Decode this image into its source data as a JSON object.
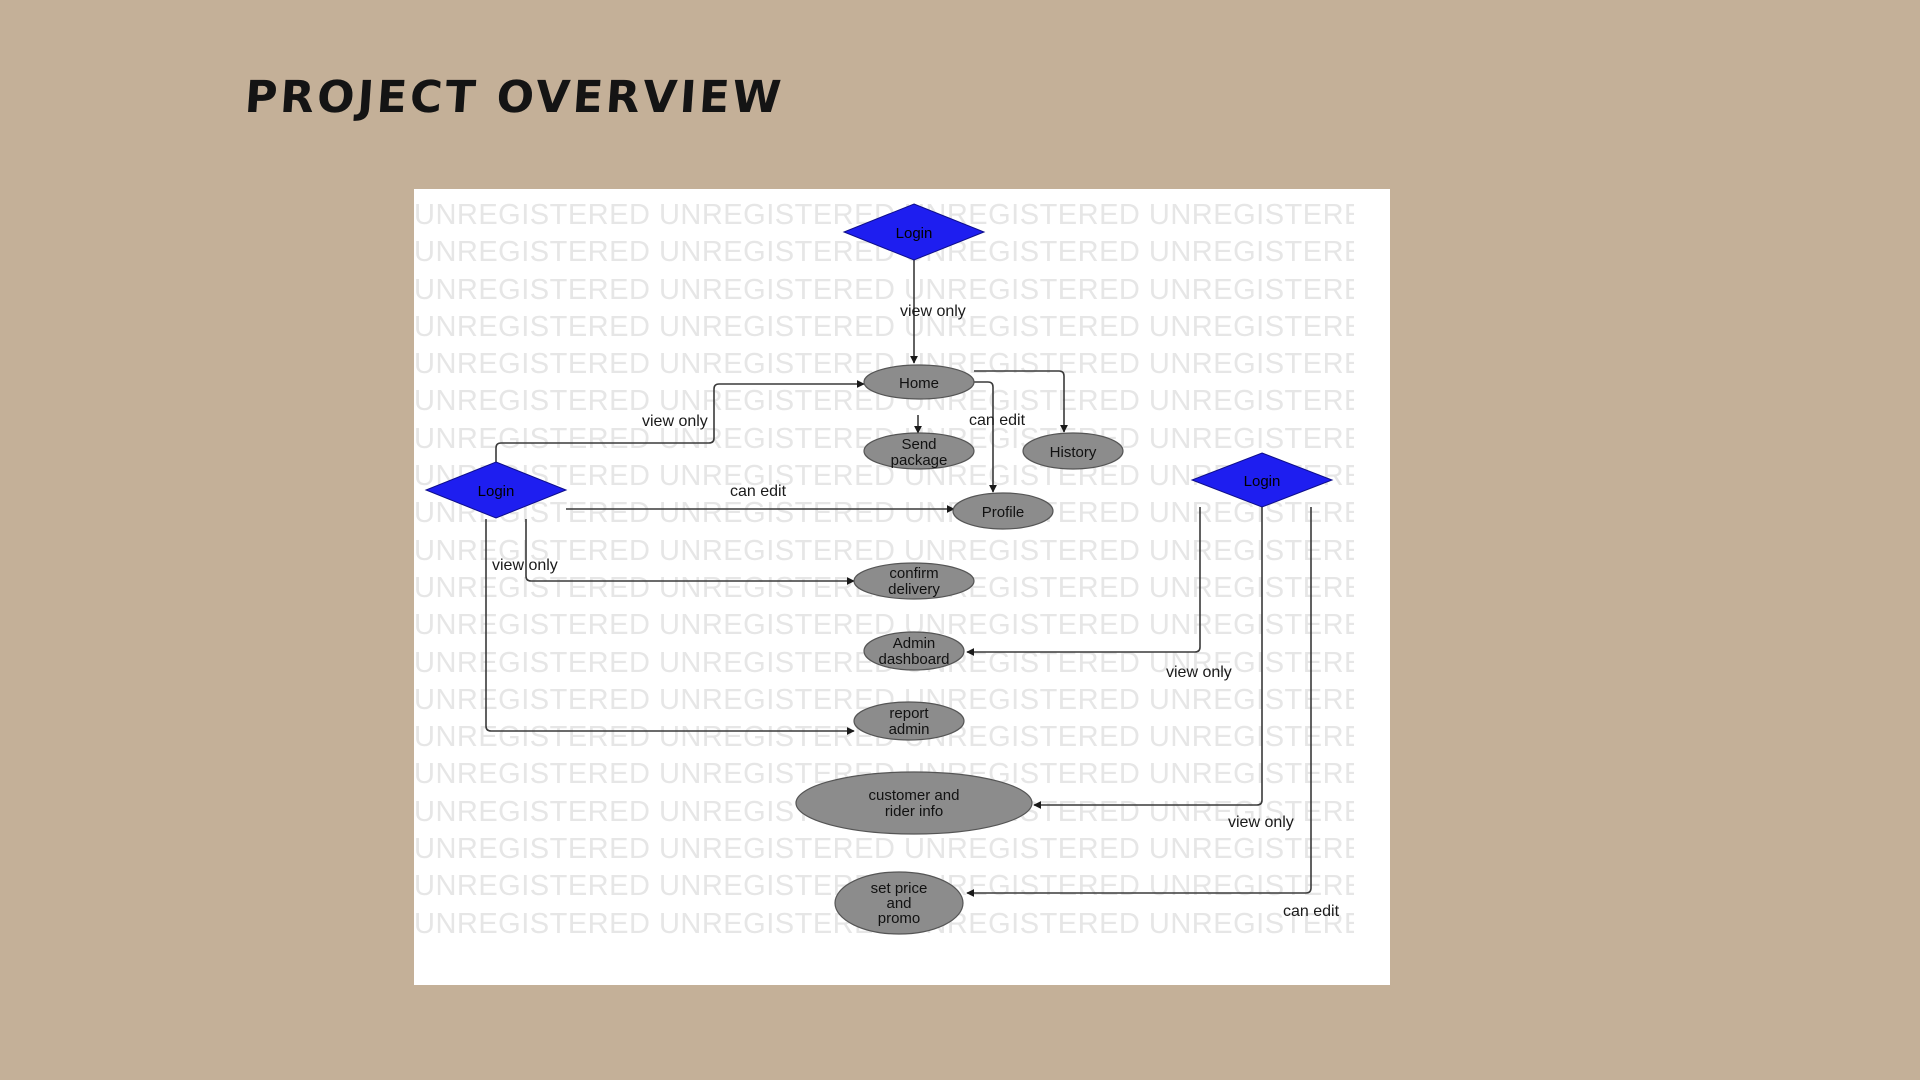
{
  "colors": {
    "background": "#c4b098",
    "panel": "#ffffff",
    "decision": "#1e1ef0",
    "process": "#8c8c8c",
    "edge": "#3a3a3a",
    "watermark": "#e6e6e6"
  },
  "slide": {
    "title": "Project Overview"
  },
  "watermark": {
    "text": "UNREGISTERED"
  },
  "diagram": {
    "nodes": {
      "login_top": [
        "Login"
      ],
      "login_left": [
        "Login"
      ],
      "login_right": [
        "Login"
      ],
      "home": [
        "Home"
      ],
      "send_package": [
        "Send",
        "package"
      ],
      "history": [
        "History"
      ],
      "profile": [
        "Profile"
      ],
      "confirm_delivery": [
        "confirm",
        "delivery"
      ],
      "admin_dashboard": [
        "Admin",
        "dashboard"
      ],
      "report_admin": [
        "report",
        "admin"
      ],
      "customer_rider_info": [
        "customer and",
        "rider info"
      ],
      "set_price_promo": [
        "set price",
        "and",
        "promo"
      ]
    },
    "edge_labels": {
      "top_to_home": "view only",
      "left_to_home": "view only",
      "home_to_profile": "can edit",
      "left_to_profile": "can edit",
      "left_to_confirm": "view only",
      "right_to_admin": "view only",
      "right_to_customer": "view only",
      "right_to_price": "can edit"
    }
  }
}
